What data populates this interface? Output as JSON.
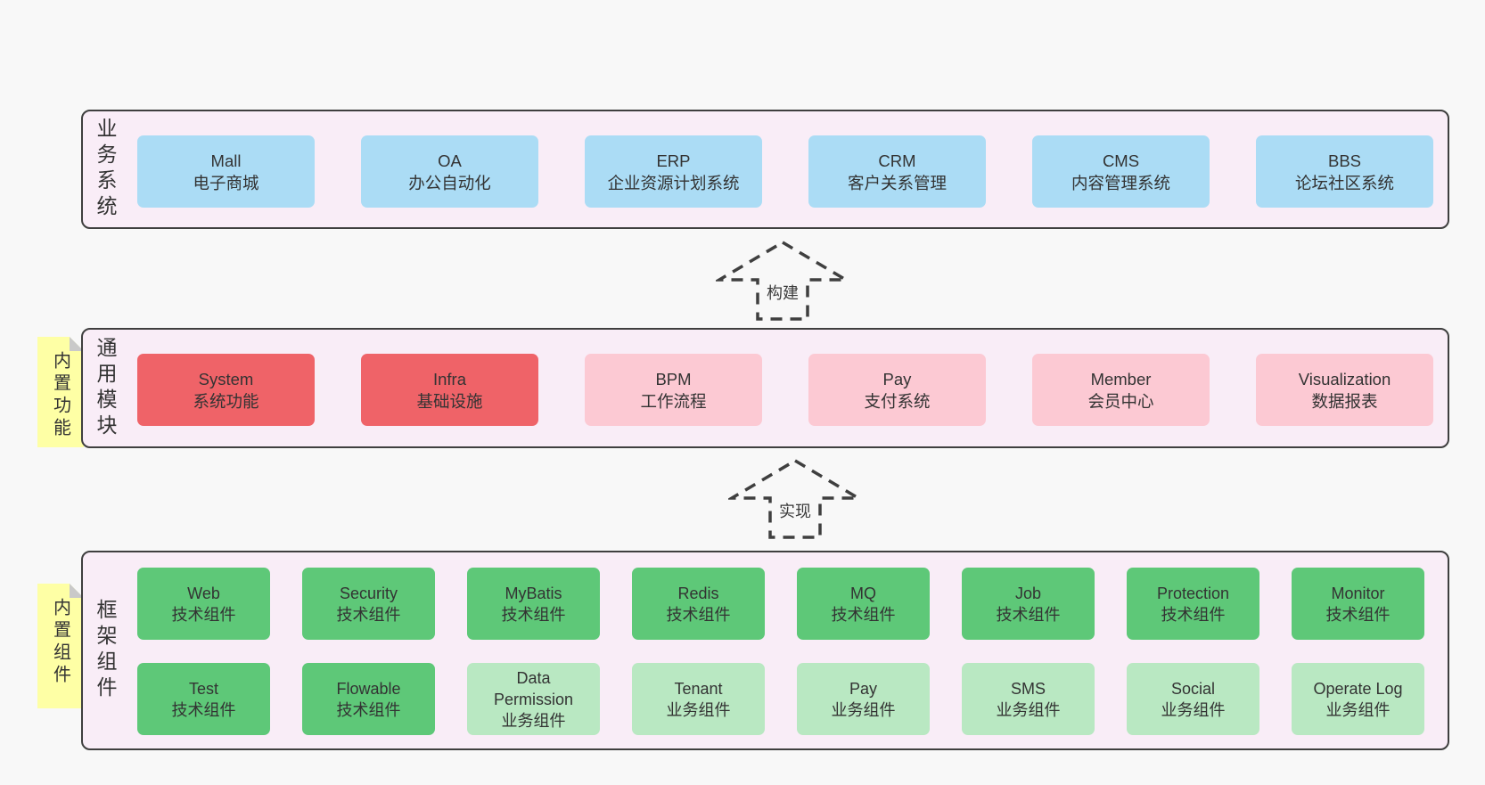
{
  "palette": {
    "page_bg": "#f8f8f8",
    "container_bg": "#f9edf7",
    "border": "#3f3f3f",
    "blue": "#abdcf5",
    "red": "#ef6368",
    "pink": "#fcc9d3",
    "green": "#5ec878",
    "light_green": "#b9e8c2",
    "note_yellow": "#feffa5",
    "fold_gray": "#c9c9c9",
    "text": "#333333"
  },
  "arrows": [
    {
      "label": "构建"
    },
    {
      "label": "实现"
    }
  ],
  "sections": [
    {
      "label": "业务系统",
      "boxes": [
        {
          "name": "Mall",
          "desc": "电子商城"
        },
        {
          "name": "OA",
          "desc": "办公自动化"
        },
        {
          "name": "ERP",
          "desc": "企业资源计划系统"
        },
        {
          "name": "CRM",
          "desc": "客户关系管理"
        },
        {
          "name": "CMS",
          "desc": "内容管理系统"
        },
        {
          "name": "BBS",
          "desc": "论坛社区系统"
        }
      ]
    },
    {
      "label": "通用模块",
      "note": "内置功能",
      "boxes": [
        {
          "name": "System",
          "desc": "系统功能"
        },
        {
          "name": "Infra",
          "desc": "基础设施"
        },
        {
          "name": "BPM",
          "desc": "工作流程"
        },
        {
          "name": "Pay",
          "desc": "支付系统"
        },
        {
          "name": "Member",
          "desc": "会员中心"
        },
        {
          "name": "Visualization",
          "desc": "数据报表"
        }
      ]
    },
    {
      "label": "框架组件",
      "note": "内置组件",
      "rows": [
        [
          {
            "name": "Web",
            "desc": "技术组件"
          },
          {
            "name": "Security",
            "desc": "技术组件"
          },
          {
            "name": "MyBatis",
            "desc": "技术组件"
          },
          {
            "name": "Redis",
            "desc": "技术组件"
          },
          {
            "name": "MQ",
            "desc": "技术组件"
          },
          {
            "name": "Job",
            "desc": "技术组件"
          },
          {
            "name": "Protection",
            "desc": "技术组件"
          },
          {
            "name": "Monitor",
            "desc": "技术组件"
          }
        ],
        [
          {
            "name": "Test",
            "desc": "技术组件"
          },
          {
            "name": "Flowable",
            "desc": "技术组件"
          },
          {
            "name": "Data Permission",
            "desc": "业务组件"
          },
          {
            "name": "Tenant",
            "desc": "业务组件"
          },
          {
            "name": "Pay",
            "desc": "业务组件"
          },
          {
            "name": "SMS",
            "desc": "业务组件"
          },
          {
            "name": "Social",
            "desc": "业务组件"
          },
          {
            "name": "Operate Log",
            "desc": "业务组件"
          }
        ]
      ]
    }
  ]
}
